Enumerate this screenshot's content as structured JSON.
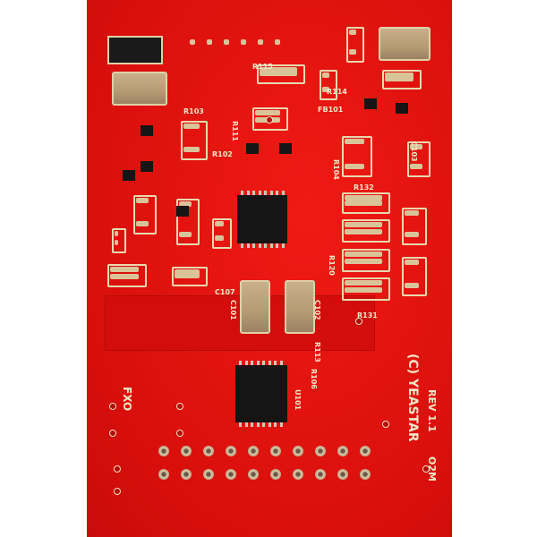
{
  "board": {
    "brand": "(C) YEASTAR",
    "revision": "REV 1.1",
    "model": "O2M",
    "module_type": "FXO",
    "component_labels": [
      "R103",
      "R111",
      "R102",
      "R104",
      "R132",
      "R131",
      "R120",
      "R115",
      "R114",
      "FB101",
      "C101",
      "C102",
      "C107",
      "C103",
      "U101",
      "R113",
      "R106"
    ],
    "colors": {
      "pcb": "#e3120e",
      "silkscreen": "#f4e6c8",
      "background": "#ffffff"
    }
  }
}
